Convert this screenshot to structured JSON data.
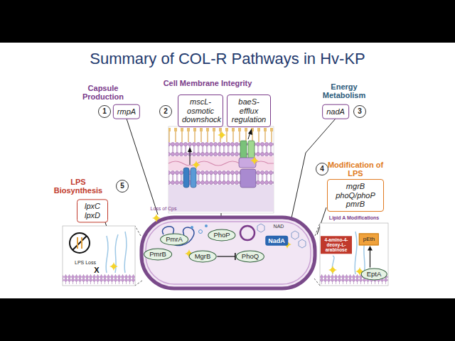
{
  "diagram": {
    "title": "Summary of COL-R Pathways in Hv-KP",
    "nodes": [
      {
        "text": [
          "1"
        ]
      },
      {
        "text": [
          "rmpA"
        ]
      },
      {
        "text": [
          "2"
        ]
      },
      {
        "text": [
          "mscL- osmotic downshock"
        ]
      },
      {
        "text": [
          "baeS- efflux regulation"
        ]
      },
      {
        "text": [
          "nadA"
        ]
      },
      {
        "text": [
          "3"
        ]
      },
      {
        "text": [
          "4"
        ]
      },
      {
        "text": [
          "mgrB phoQ/phoP pmrB"
        ]
      },
      {
        "text": [
          "5"
        ]
      },
      {
        "text": [
          "lpxC lpxD"
        ]
      },
      {
        "text": [
          "PmrA"
        ]
      },
      {
        "text": [
          "PhoP"
        ]
      },
      {
        "text": [
          "PmrB"
        ]
      },
      {
        "text": [
          "MgrB"
        ]
      },
      {
        "text": [
          "PhoQ"
        ]
      },
      {
        "text": [
          "NadA"
        ]
      },
      {
        "text": [
          "4-amino-4-deoxy-L-arabinose"
        ]
      },
      {
        "text": [
          "pEth"
        ]
      },
      {
        "text": [
          "EptA"
        ]
      }
    ],
    "edges": [
      {
        "from": 14,
        "to": 15,
        "arrow": "to"
      },
      {
        "from": 19,
        "to": 18,
        "arrow": "to"
      }
    ],
    "labels": [
      "Capsule Production",
      "Cell Membrane Integrity",
      "Energy Metabolism",
      "Modification of LPS",
      "LPS Biosynthesis",
      "Loss of Cps",
      "NAD",
      "LPS Loss",
      "X",
      "Lipid A Modifications"
    ]
  }
}
